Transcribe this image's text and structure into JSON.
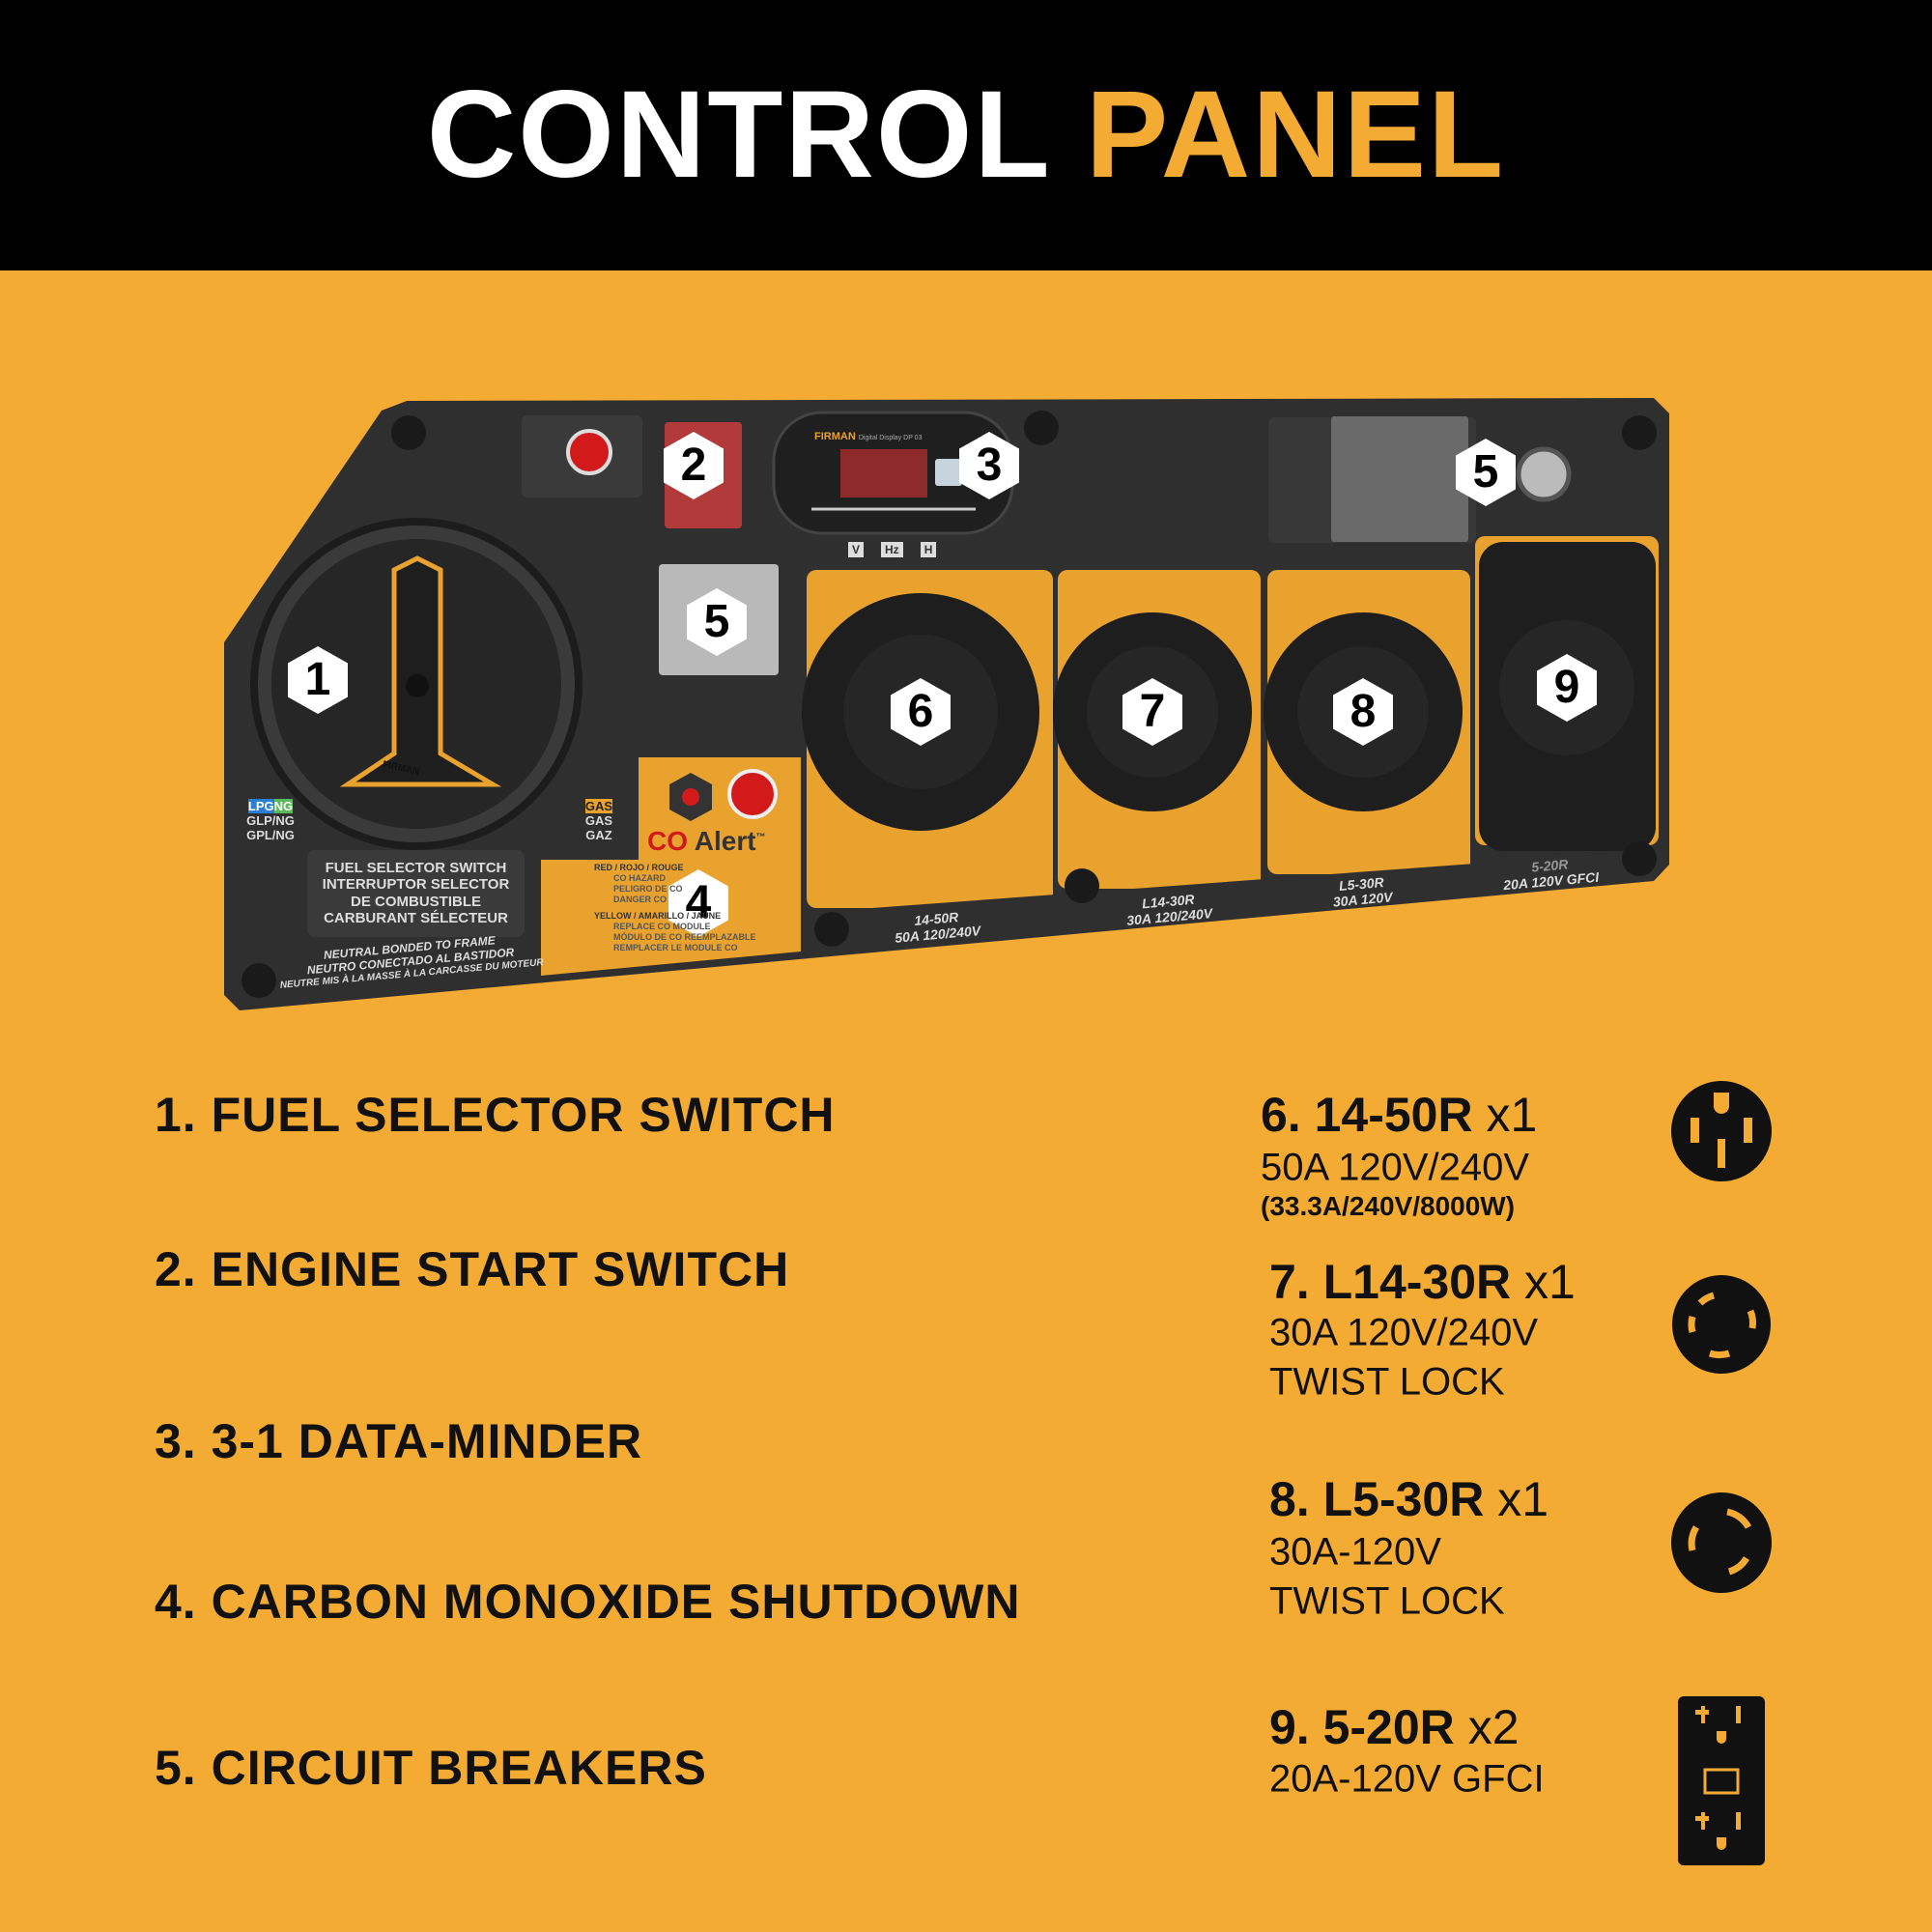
{
  "header": {
    "title_part1": "CONTROL",
    "title_part2": "PANEL"
  },
  "colors": {
    "background": "#F4AB33",
    "header": "#000000",
    "accent": "#F4AB33",
    "panel": "#2F2F2F"
  },
  "panel": {
    "badges": [
      "1",
      "2",
      "3",
      "4",
      "5",
      "5",
      "6",
      "7",
      "8",
      "9"
    ],
    "fuel_knob_brand": "FIRMAN",
    "fuel_labels": {
      "lpg": "LPG",
      "ng": "NG",
      "lpg_es": "GLP/NG",
      "lpg_fr": "GPL/NG",
      "gas": "GAS",
      "gas_es": "GAS",
      "gas_fr": "GAZ"
    },
    "fuel_selector_text": [
      "FUEL SELECTOR SWITCH",
      "INTERRUPTOR SELECTOR",
      "DE COMBUSTIBLE",
      "CARBURANT SÉLECTEUR"
    ],
    "neutral_text": [
      "NEUTRAL BONDED TO FRAME",
      "NEUTRO CONECTADO AL BASTIDOR",
      "NEUTRE MIS À LA MASSE À LA CARCASSE DU MOTEUR"
    ],
    "co_alert": {
      "co": "CO",
      "alert": "Alert",
      "tm": "™",
      "red_label": "RED / ROJO / ROUGE",
      "red_text": [
        "CO HAZARD",
        "PELIGRO DE CO",
        "DANGER CO"
      ],
      "yellow_label": "YELLOW / AMARILLO / JAUNE",
      "yellow_text": [
        "REPLACE CO MODULE",
        "MÓDULO DE CO REEMPLAZABLE",
        "REMPLACER LE MODULE CO"
      ]
    },
    "data_minder": {
      "brand": "FIRMAN",
      "model": "Digital Display DP 03",
      "modes": [
        "V",
        "Hz",
        "H"
      ]
    },
    "outlet_labels": [
      {
        "model": "14-50R",
        "rating": "50A 120/240V"
      },
      {
        "model": "L14-30R",
        "rating": "30A 120/240V"
      },
      {
        "model": "L5-30R",
        "rating": "30A 120V"
      },
      {
        "model": "5-20R",
        "rating": "20A 120V GFCI"
      }
    ]
  },
  "features_left": [
    "1. FUEL SELECTOR SWITCH",
    "2. ENGINE START SWITCH",
    "3. 3-1 DATA-MINDER",
    "4. CARBON MONOXIDE SHUTDOWN",
    "5. CIRCUIT BREAKERS"
  ],
  "features_right": [
    {
      "title": "6. 14-50R",
      "qty": "x1",
      "lines": [
        "50A 120V/240V",
        "(33.3A/240V/8000W)"
      ],
      "icon": "nema-14-50-icon"
    },
    {
      "title": "7. L14-30R",
      "qty": "x1",
      "lines": [
        "30A 120V/240V",
        "TWIST LOCK"
      ],
      "icon": "nema-l14-30-icon"
    },
    {
      "title": "8. L5-30R",
      "qty": "x1",
      "lines": [
        "30A-120V",
        "TWIST LOCK"
      ],
      "icon": "nema-l5-30-icon"
    },
    {
      "title": "9. 5-20R",
      "qty": "x2",
      "lines": [
        "20A-120V GFCI"
      ],
      "icon": "gfci-duplex-icon"
    }
  ]
}
